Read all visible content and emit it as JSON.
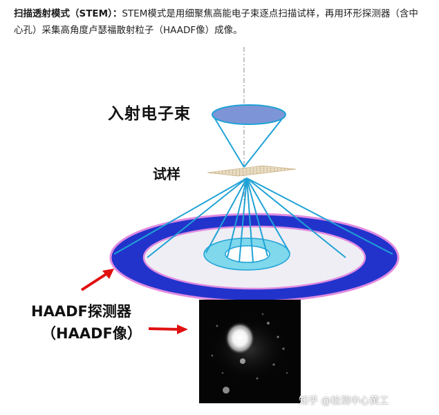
{
  "intro": {
    "term": "扫描透射模式（STEM）：",
    "text": "STEM模式是用细聚焦高能电子束逐点扫描试样，再用环形探测器（含中心孔）采集高角度卢瑟福散射粒子（HAADF像）成像。"
  },
  "figure": {
    "beam_label": "入射电子束",
    "sample_label": "试样",
    "detector_label": "HAADF探测器",
    "image_label": "（HAADF像）",
    "colors": {
      "beam_fill": "#7d95d6",
      "beam_lines": "#1fa2d6",
      "detector_ring": "#2233cc",
      "detector_edge": "#e08ce0",
      "inner_disk": "#eeeef4",
      "center_ring": "#7fd8ec",
      "arrow": "#e01010"
    }
  },
  "watermark": "知乎 @检测中心黄工"
}
